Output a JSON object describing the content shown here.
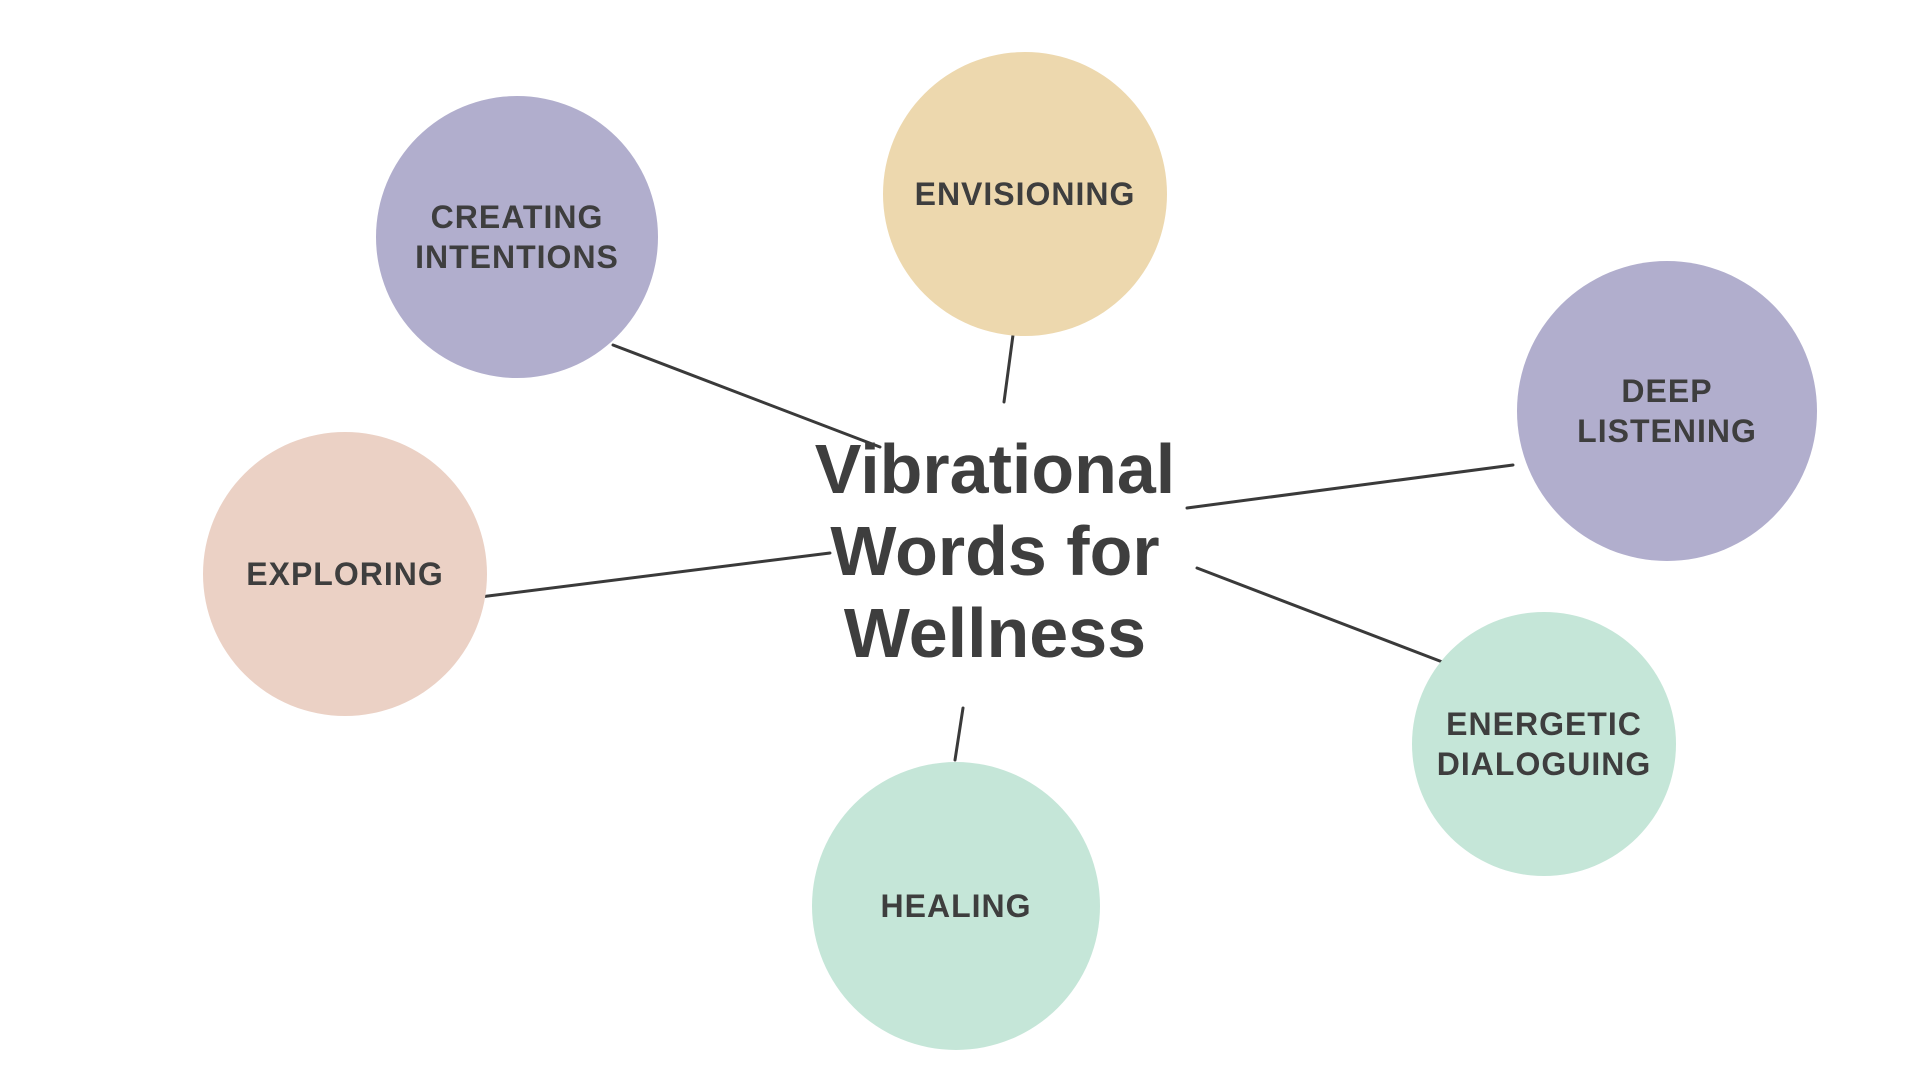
{
  "title": {
    "text": "Vibrational Words for Wellness",
    "lines": [
      "Vibrational",
      "Words for",
      "Wellness"
    ],
    "color": "#3e3e3e"
  },
  "palette": {
    "background": "#ffffff",
    "text": "#3e3e3e",
    "lavender": "#b1aecd",
    "tan": "#edd8ae",
    "mint": "#c5e6d8",
    "pink": "#ebd1c5"
  },
  "connectors": {
    "color": "#3a3a3a",
    "edges": [
      "creating-intentions → center",
      "envisioning → center",
      "deep-listening → center",
      "energetic-dialoguing → center",
      "healing → center",
      "exploring → center"
    ]
  },
  "nodes": [
    {
      "id": "creating-intentions",
      "label": "CREATING INTENTIONS",
      "color": "#b1aecd"
    },
    {
      "id": "envisioning",
      "label": "ENVISIONING",
      "color": "#edd8ae"
    },
    {
      "id": "deep-listening",
      "label": "DEEP LISTENING",
      "color": "#b1aecd"
    },
    {
      "id": "energetic-dialoguing",
      "label": "ENERGETIC DIALOGUING",
      "color": "#c5e6d8"
    },
    {
      "id": "healing",
      "label": "HEALING",
      "color": "#c5e6d8"
    },
    {
      "id": "exploring",
      "label": "EXPLORING",
      "color": "#ebd1c5"
    }
  ]
}
